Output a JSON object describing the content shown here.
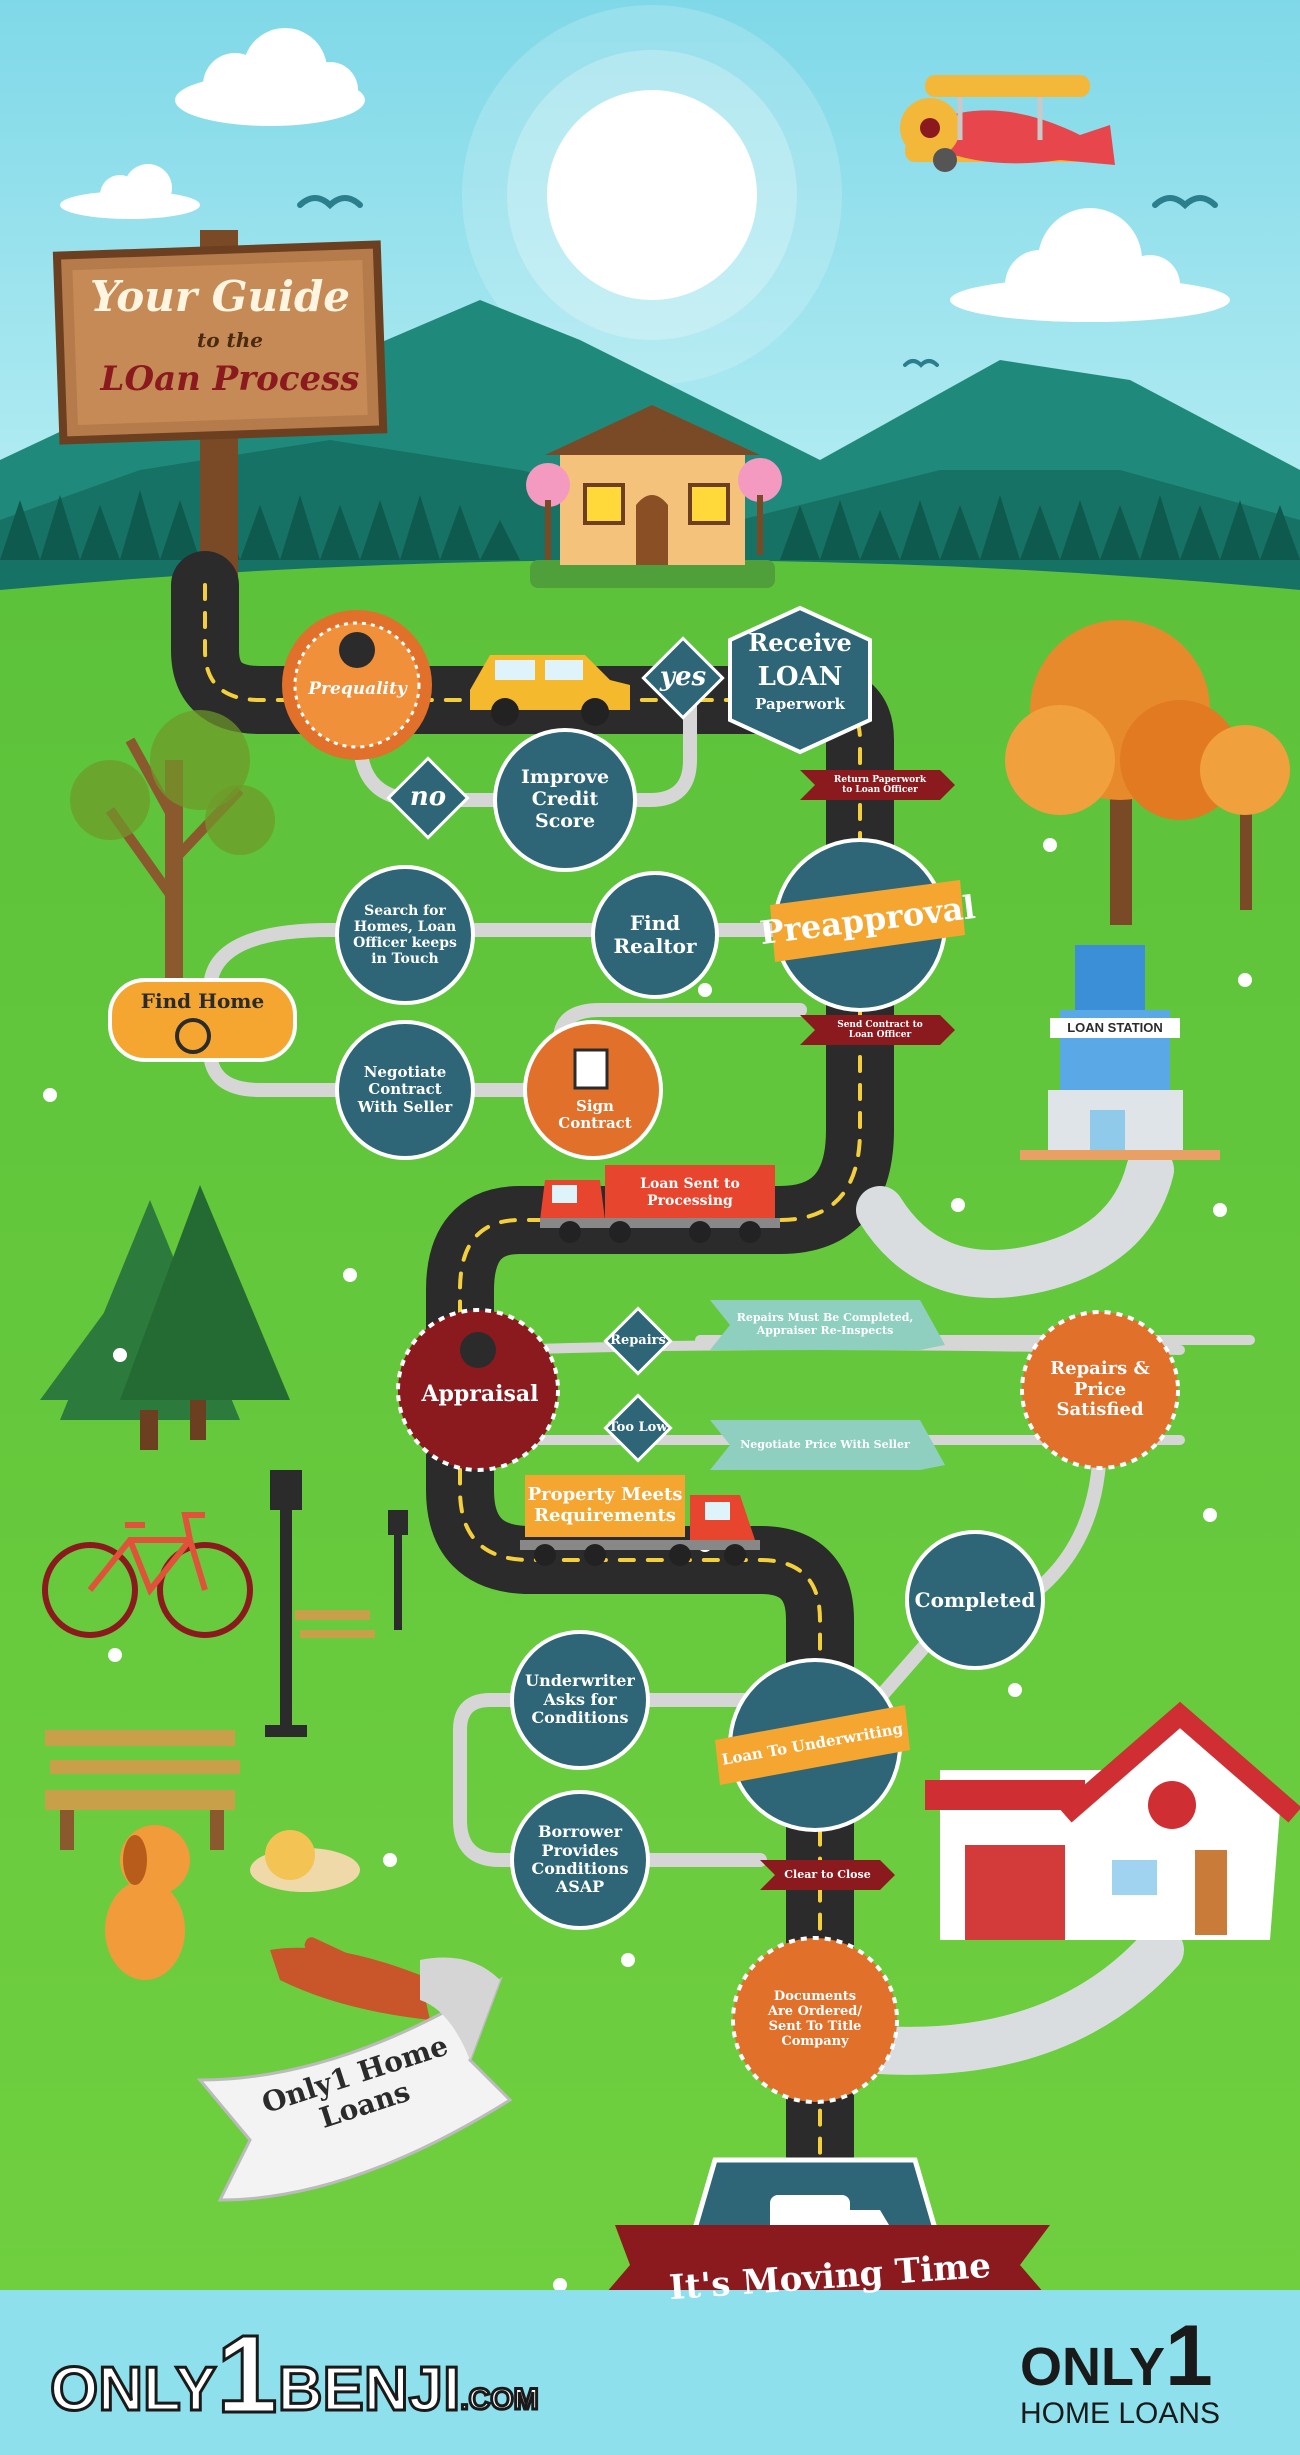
{
  "sign": {
    "line1": "Your Guide",
    "line2": "to the",
    "line3": "LOan Process"
  },
  "steps": {
    "prequalify": "Prequality",
    "yes": "yes",
    "no": "no",
    "improve_credit": "Improve\nCredit Score",
    "receive_loan_1": "Receive",
    "receive_loan_2": "LOAN",
    "receive_loan_3": "Paperwork",
    "return_paperwork": "Return Paperwork\nto Loan Officer",
    "preapproval": "Preapproval",
    "find_realtor": "Find\nRealtor",
    "search_homes": "Search for\nHomes, Loan\nOfficer keeps\nin Touch",
    "find_home": "Find Home",
    "negotiate_contract": "Negotiate\nContract\nWith Seller",
    "sign_contract": "Sign\nContract",
    "send_contract": "Send Contract to\nLoan Officer",
    "loan_station": "LOAN STATION",
    "loan_processing": "Loan Sent to Processing",
    "appraisal": "Appraisal",
    "repairs": "Repairs",
    "too_low": "Too Low",
    "repairs_must": "Repairs Must Be Completed,\nAppraiser Re-Inspects",
    "negotiate_price": "Negotiate Price With Seller",
    "repairs_satisfied": "Repairs &\nPrice\nSatisfied",
    "property_meets": "Property Meets\nRequirements",
    "completed": "Completed",
    "underwriter_asks": "Underwriter\nAsks for\nConditions",
    "borrower_provides": "Borrower\nProvides\nConditions\nASAP",
    "loan_underwriting": "Loan To Underwriting",
    "clear_to_close": "Clear to Close",
    "documents_ordered": "Documents\nAre Ordered/\nSent To Title\nCompany",
    "moving_time": "It's Moving Time",
    "ribbon": "Only1 Home Loans"
  },
  "footer": {
    "brand_left_a": "ONLY",
    "brand_left_b": "1",
    "brand_left_c": "BENJI",
    "brand_left_d": ".COM",
    "brand_right_a": "ONLY",
    "brand_right_b": "1",
    "brand_right_c": "HOME LOANS"
  },
  "colors": {
    "sky": "#8ee0ec",
    "grass": "#62c53a",
    "road": "#2b2b2b",
    "teal": "#2e6577",
    "orange": "#e98b2f",
    "maroon": "#8b1a1f",
    "wood": "#a86a3c"
  }
}
